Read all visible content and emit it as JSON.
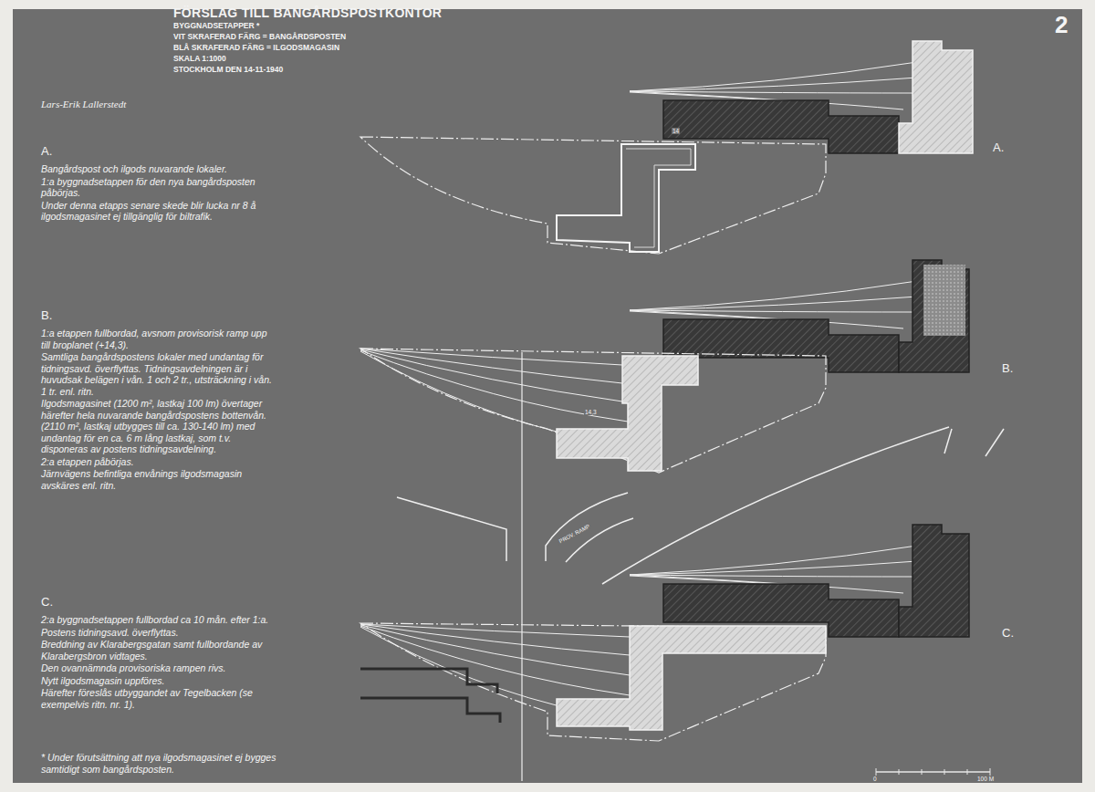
{
  "diagram": {
    "title": "FÖRSLAG TILL BANGÅRDSPOSTKONTOR",
    "labels": [
      "BYGGNADSETAPPER *",
      "VIT SKRAFERAD FÄRG = BANGÅRDSPOSTEN",
      "BLÅ SKRAFERAD FÄRG = ILGODSMAGASIN",
      "SKALA 1:1000",
      "STOCKHOLM DEN 14-11-1940",
      "Lars-Erik Lallerstedt",
      "2",
      "A.",
      "Bangårdspost och ilgods nuvarande lokaler.",
      "1:a byggnadsetappen för den nya bangårdsposten påbörjas.",
      "Under denna etapps senare skede blir lucka nr 8 å ilgodsmagasinet ej tillgänglig för biltrafik.",
      "B.",
      "1:a etappen fullbordad, avsnom provisorisk ramp upp till broplanet (+14,3).",
      "Samtliga bangårdspostens lokaler med undantag för tidningsavd. överflyttas. Tidningsavdelningen är i huvudsak belägen i vån. 1 och 2 tr., utsträckning i vån. 1 tr. enl. ritn.",
      "Ilgodsmagasinet (1200 m², lastkaj 100 lm) övertager härefter hela nuvarande bangårdspostens bottenvån. (2110 m², lastkaj utbygges till ca. 130-140 lm) med undantag för en ca. 6 m lång lastkaj, som t.v. disponeras av postens tidningsavdelning.",
      "2:a etappen påbörjas.",
      "Järnvägens befintliga envånings ilgodsmagasin avskäres enl. ritn.",
      "C.",
      "2:a byggnadsetappen fullbordad ca 10 mån. efter 1:a.",
      "Postens tidningsavd. överflyttas.",
      "Breddning av Klarabergsgatan samt fullbordande av Klarabergsbron vidtages.",
      "Den ovannämnda provisoriska rampen rivs.",
      "Nytt ilgodsmagasin uppföres.",
      "Härefter föreslås utbyggandet av Tegelbacken (se exempelvis ritn. nr. 1).",
      "* Under förutsättning att nya ilgodsmagasinet ej bygges samtidigt som bangårdsposten.",
      "A.",
      "B.",
      "C.",
      "14",
      "14,3",
      "PROV. RAMP",
      "0",
      "100 M"
    ]
  }
}
